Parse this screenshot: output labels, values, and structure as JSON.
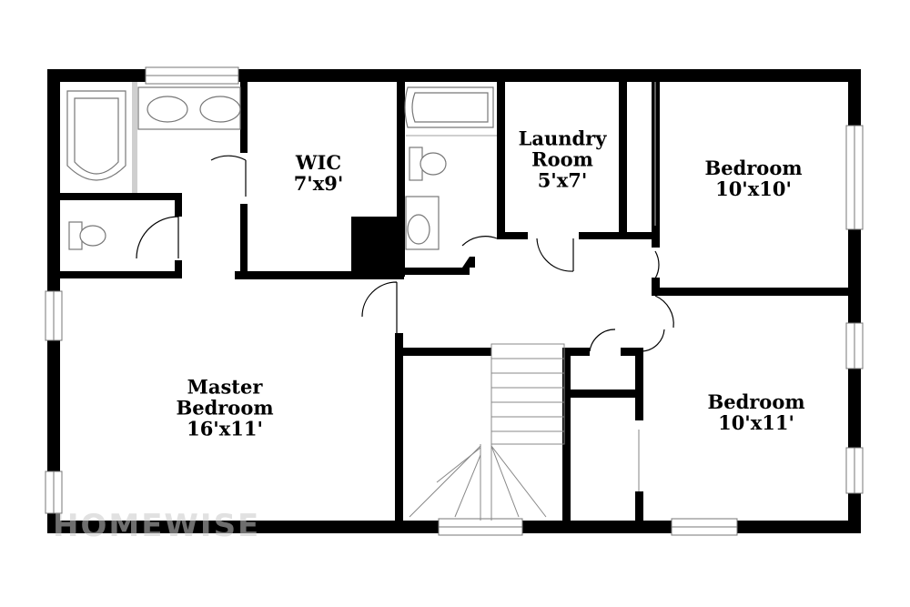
{
  "rooms": {
    "wic": {
      "name": "WIC",
      "dims": "7'x9'"
    },
    "laundry": {
      "name_line1": "Laundry",
      "name_line2": "Room",
      "dims": "5'x7'"
    },
    "bedroom_top": {
      "name": "Bedroom",
      "dims": "10'x10'"
    },
    "master": {
      "name_line1": "Master",
      "name_line2": "Bedroom",
      "dims": "16'x11'"
    },
    "bedroom_bottom": {
      "name": "Bedroom",
      "dims": "10'x11'"
    }
  },
  "watermark": {
    "text": "HOMEWISE"
  },
  "colors": {
    "wall": "#000000",
    "background": "#ffffff",
    "fixture": "#777777"
  }
}
